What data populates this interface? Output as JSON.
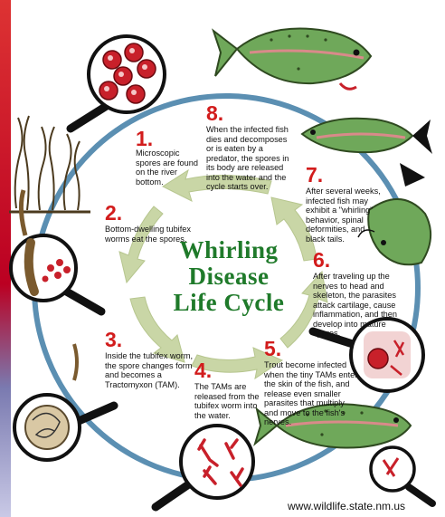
{
  "title": {
    "line1": "Whirling",
    "line2": "Disease",
    "line3": "Life Cycle"
  },
  "steps": [
    {
      "num": "1.",
      "text": "Microscopic spores are found on the river bottom."
    },
    {
      "num": "2.",
      "text": "Bottom-dwelling tubifex worms eat the spores."
    },
    {
      "num": "3.",
      "text": "Inside the tubifex worm, the spore changes form and becomes a Tractomyxon (TAM)."
    },
    {
      "num": "4.",
      "text": "The TAMs are released from the tubifex worm into the water."
    },
    {
      "num": "5.",
      "text": "Trout become infected when the tiny TAMs enter the skin of the fish, and release even smaller parasites that multiply and move to the fish's nerves."
    },
    {
      "num": "6.",
      "text": "After traveling up the nerves to head and skeleton, the parasites attack cartilage, cause inflammation, and then develop into mature spores."
    },
    {
      "num": "7.",
      "text": "After several weeks, infected fish may exhibit a \"whirling\" behavior, spinal deformities, and black tails."
    },
    {
      "num": "8.",
      "text": "When the infected fish dies and decomposes or is eaten by a predator, the spores in its body are released into the water and the cycle starts over."
    }
  ],
  "footer": {
    "url": "www.wildlife.state.nm.us"
  },
  "colors": {
    "ring": "#5b8fb2",
    "arrow": "#c9d6a6",
    "title": "#1f7a2a",
    "step_number": "#d21c1c",
    "fish": "#6fa85a",
    "spore": "#c8202a"
  }
}
